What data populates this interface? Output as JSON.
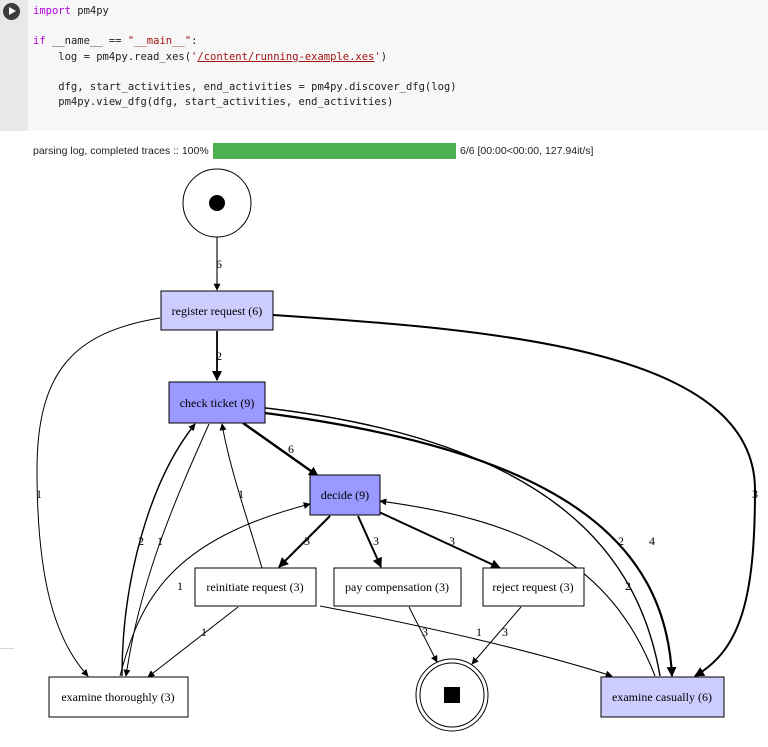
{
  "notebook": {
    "code_lines": [
      {
        "kw": "import",
        "rest": " pm4py"
      },
      {
        "text": ""
      },
      {
        "kw": "if",
        "rest": " __name__ == ",
        "str": "\"__main__\"",
        "tail": ":"
      },
      {
        "pre": "    log = pm4py.read_xes(",
        "str_open": "'",
        "str_link": "/content/running-example.xes",
        "str_close": "'",
        "tail": ")"
      },
      {
        "text": ""
      },
      {
        "text": "    dfg, start_activities, end_activities = pm4py.discover_dfg(log)"
      },
      {
        "text": "    pm4py.view_dfg(dfg, start_activities, end_activities)"
      }
    ]
  },
  "output": {
    "progress_label": "parsing log, completed traces :: 100%",
    "progress_fraction": 1.0,
    "progress_color": "#4caf50",
    "progress_stats": "6/6 [00:00<00:00, 127.94it/s]"
  },
  "dfg": {
    "colors": {
      "dark": "#9999ff",
      "light": "#ccccff",
      "plain": "#ffffff"
    },
    "nodes": {
      "register": "register request (6)",
      "check": "check ticket (9)",
      "decide": "decide (9)",
      "reinitiate": "reinitiate request (3)",
      "pay": "pay compensation (3)",
      "reject": "reject request (3)",
      "thoroughly": "examine thoroughly (3)",
      "casually": "examine casually (6)"
    },
    "edge_labels": {
      "start_register": "6",
      "register_check": "2",
      "register_thoroughly": "1",
      "register_casually": "3",
      "check_decide": "6",
      "reinit_check": "1",
      "thoroughly_check": "2",
      "check_thoroughly": "1",
      "thoroughly_decide": "1",
      "decide_reinit": "3",
      "decide_pay": "3",
      "decide_reject": "3",
      "reinit_thoroughly": "1",
      "reinit_casually": "1",
      "casually_check": "2",
      "check_casually": "4",
      "casually_decide": "2",
      "pay_end": "3",
      "reject_end": "3"
    }
  }
}
